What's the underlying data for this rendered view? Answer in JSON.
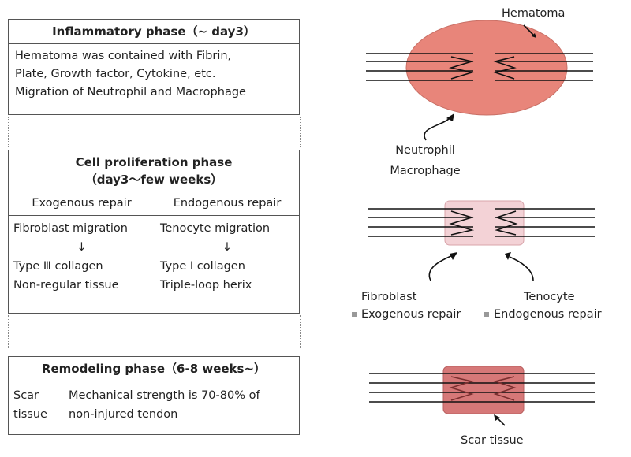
{
  "inflammatory": {
    "title": "Inflammatory phase（~ day3）",
    "lines": [
      "Hematoma was contained with Fibrin,",
      "Plate, Growth factor, Cytokine, etc.",
      "Migration of Neutrophil and Macrophage"
    ]
  },
  "proliferation": {
    "title": "Cell proliferation phase",
    "subtitle": "（day3～few weeks）",
    "exogenous": {
      "header": "Exogenous repair",
      "line1": "Fibroblast migration",
      "arrow": "↓",
      "line2": "Type Ⅲ collagen",
      "line3": "Non-regular tissue"
    },
    "endogenous": {
      "header": "Endogenous repair",
      "line1": "Tenocyte migration",
      "arrow": "↓",
      "line2": "Type Ⅰ collagen",
      "line3": "Triple-loop herix"
    }
  },
  "remodeling": {
    "title": "Remodeling phase（6-8 weeks~）",
    "left": "Scar\ntissue",
    "right": "Mechanical strength is 70-80% of\nnon-injured tendon"
  },
  "diagram": {
    "hematoma_label": "Hematoma",
    "neutrophil_label": "Neutrophil\nMacrophage",
    "fibroblast_label": "Fibroblast",
    "fibroblast_sub": "Exogenous repair",
    "tenocyte_label": "Tenocyte",
    "tenocyte_sub": "Endogenous repair",
    "scar_label": "Scar tissue"
  },
  "colors": {
    "hematoma_fill": "#e8857a",
    "light_pink": "#f3d2d6",
    "scar_fill": "#d67878"
  }
}
